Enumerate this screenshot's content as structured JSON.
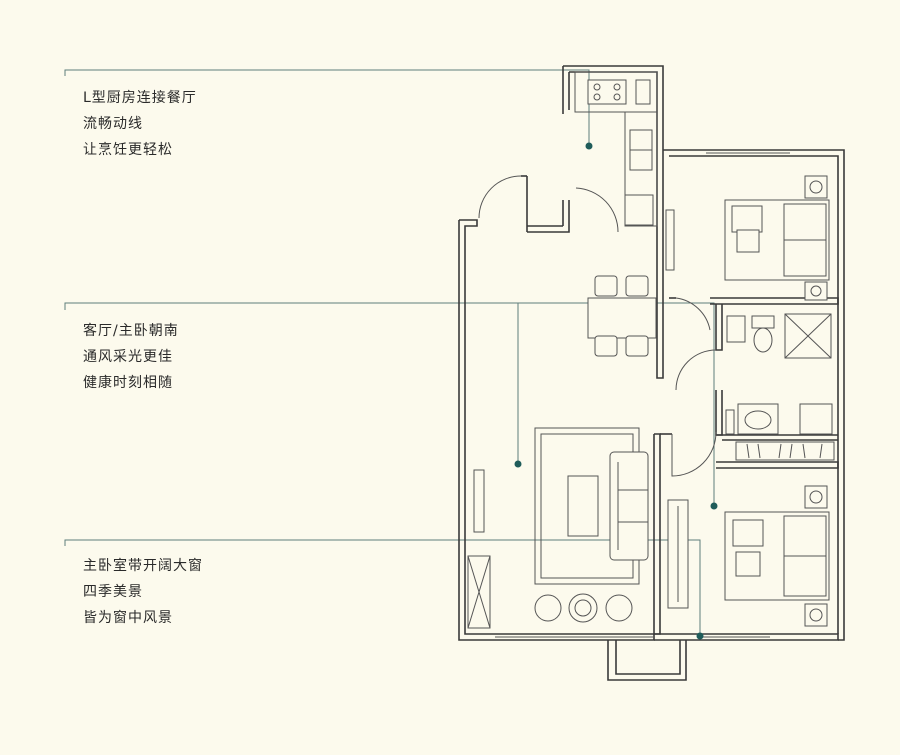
{
  "captions": [
    {
      "lines": [
        "L型厨房连接餐厅",
        "流畅动线",
        "让烹饪更轻松"
      ]
    },
    {
      "lines": [
        "客厅/主卧朝南",
        "通风采光更佳",
        "健康时刻相随"
      ]
    },
    {
      "lines": [
        "主卧室带开阔大窗",
        "四季美景",
        "皆为窗中风景"
      ]
    }
  ],
  "colors": {
    "background": "#fcfaed",
    "leader_line": "#5e7e7c",
    "marker_dot": "#1f5c5a",
    "wall": "#3a3a3a"
  }
}
